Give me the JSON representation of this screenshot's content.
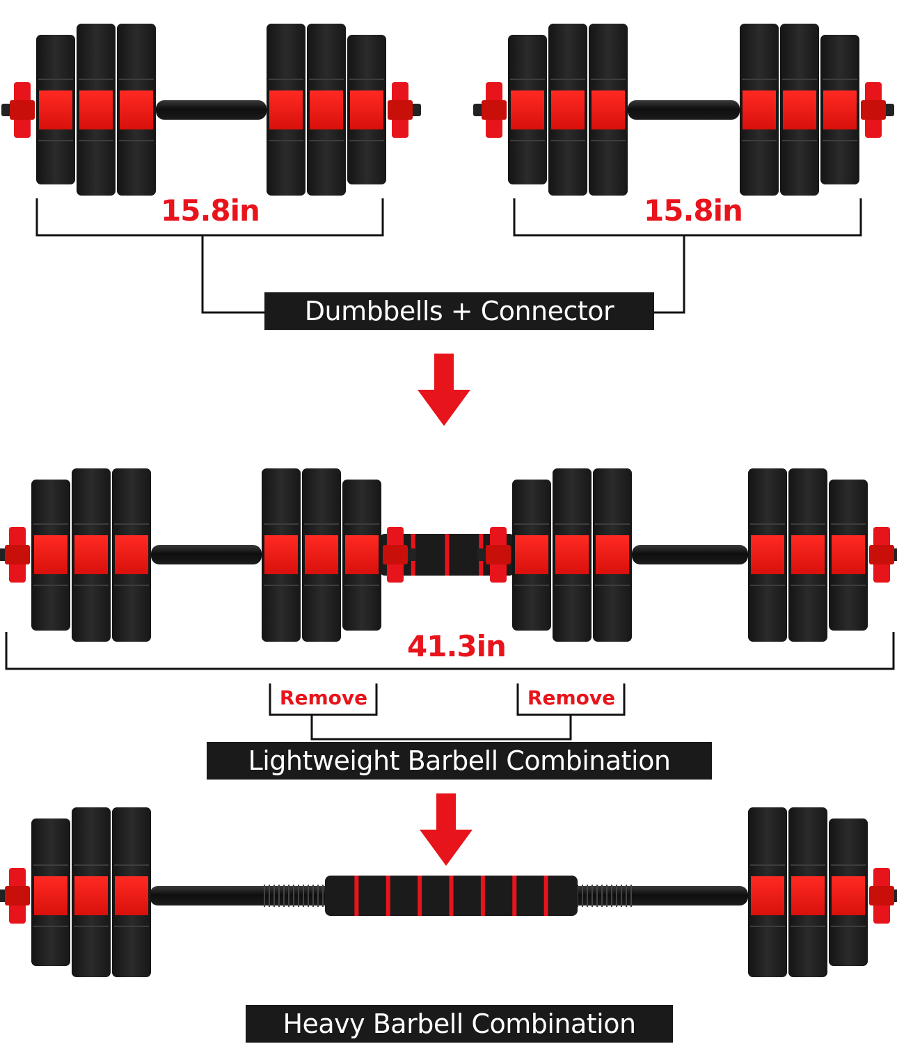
{
  "colors": {
    "accent_red": "#e8141c",
    "plate_black": "#202020",
    "banner_bg": "#1a1a1a",
    "banner_text": "#ffffff"
  },
  "top": {
    "left_length": "15.8in",
    "right_length": "15.8in",
    "banner": "Dumbbells + Connector"
  },
  "middle": {
    "length": "41.3in",
    "remove_left": "Remove",
    "remove_right": "Remove",
    "banner": "Lightweight Barbell Combination"
  },
  "bottom": {
    "banner": "Heavy Barbell Combination"
  },
  "icons": {
    "step_arrow": "arrow-down-icon"
  }
}
